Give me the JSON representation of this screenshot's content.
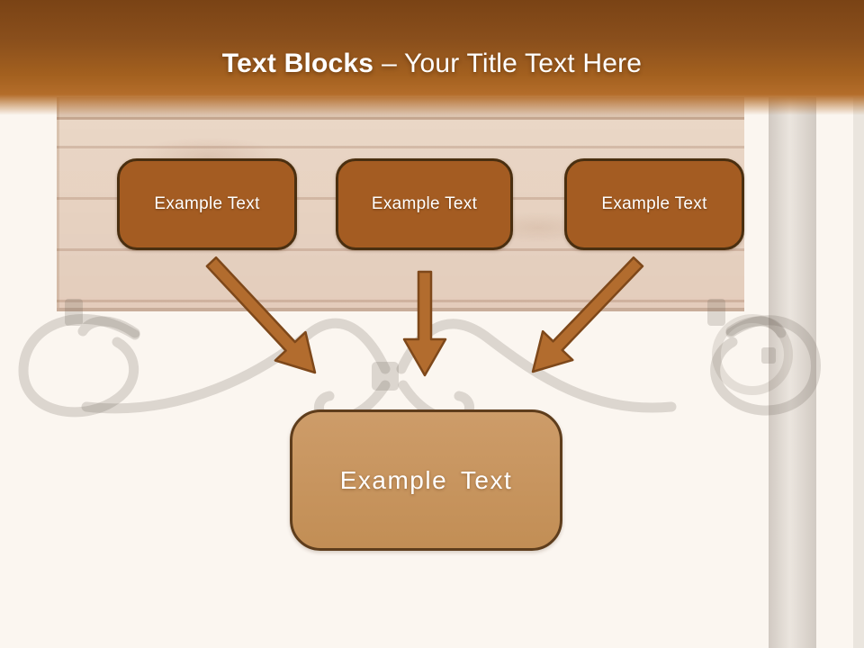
{
  "title": {
    "bold": "Text Blocks",
    "rest": "– Your Title Text Here"
  },
  "blocks": [
    {
      "label": "Example Text"
    },
    {
      "label": "Example Text"
    },
    {
      "label": "Example Text"
    }
  ],
  "main_block": {
    "label": "Example Text"
  },
  "icons": {
    "arrow_left": "diagonal-down-right-arrow-icon",
    "arrow_middle": "down-arrow-icon",
    "arrow_right": "diagonal-down-left-arrow-icon"
  },
  "theme": {
    "header_top": "#7a4315",
    "header_bottom": "#b46d2a",
    "block_fill": "#a45c22",
    "block_border": "#4a2f10",
    "main_fill_top": "#cd9c69",
    "main_fill_bottom": "#c28e55",
    "main_border": "#5e3d1c",
    "arrow_fill": "#b26c2e",
    "arrow_stroke": "#7e481a",
    "bg": "#fbf6f0",
    "text_color": "#ffffff"
  }
}
